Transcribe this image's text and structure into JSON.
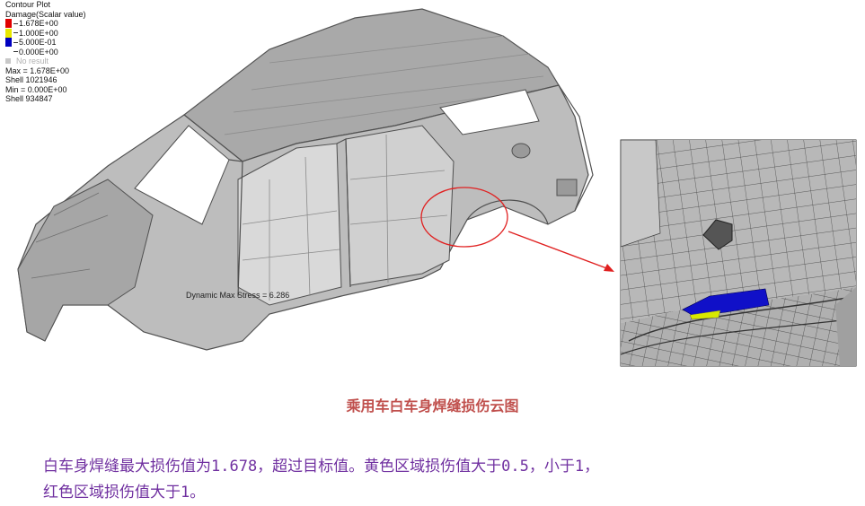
{
  "legend": {
    "title": "Contour Plot",
    "subtitle": "Damage(Scalar value)",
    "levels": [
      {
        "label": "1.678E+00",
        "color": "#e00000"
      },
      {
        "label": "1.000E+00",
        "color": "#e8e800"
      },
      {
        "label": "5.000E-01",
        "color": "#0000c0"
      },
      {
        "label": "0.000E+00",
        "color": "#0000c0"
      }
    ],
    "no_result": "No result",
    "max_line": "Max = 1.678E+00",
    "max_shell": "Shell 1021946",
    "min_line": "Min = 0.000E+00",
    "min_shell": "Shell 934847"
  },
  "model_label": "Dynamic Max Stress = 6.286",
  "caption": "乘用车白车身焊缝损伤云图",
  "summary": {
    "line1": "白车身焊缝最大损伤值为1.678，超过目标值。黄色区域损伤值大于0.5，小于1，",
    "line2": "红色区域损伤值大于1。"
  },
  "colors": {
    "body_gray": "#b4b4b4",
    "edge": "#555555",
    "callout": "#e02020",
    "damage_blue": "#1010c8",
    "damage_yellow": "#d8e800",
    "caption": "#c0504d",
    "summary": "#7030a0"
  }
}
